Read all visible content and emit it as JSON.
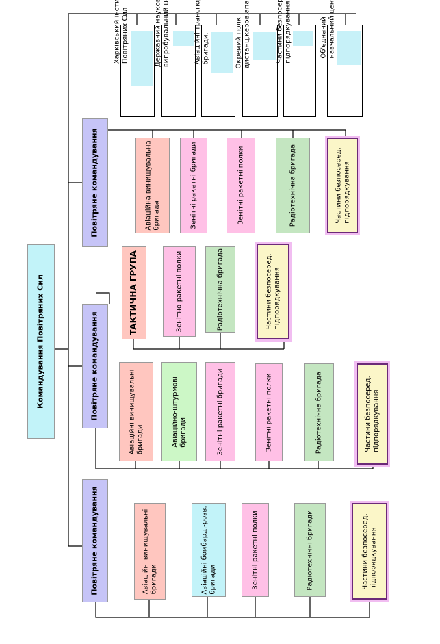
{
  "root": {
    "label": "Командування Повітряних Сил"
  },
  "top_units": [
    {
      "lines": [
        "Харківський інститут",
        "Повітряних Сил"
      ]
    },
    {
      "lines": [
        "Державний науково-",
        "випробувальний центр"
      ]
    },
    {
      "lines": [
        "Авіаційні транспортні",
        "бригади."
      ]
    },
    {
      "lines": [
        "Окремий полк",
        "дистанц.керов.апаратів"
      ]
    },
    {
      "lines": [
        "Частини   безпосеред.",
        "підпорядкування"
      ]
    },
    {
      "lines": [
        "Об'єднаний",
        "навчальний центр"
      ]
    }
  ],
  "commands": [
    {
      "title": "Повітряне командування",
      "units": [
        {
          "lines": [
            "Авіаційна винищувальна",
            "бригада"
          ]
        },
        {
          "lines": [
            "Зенітні ракетні бригади"
          ]
        },
        {
          "lines": [
            "Зенітні ракетні полки"
          ]
        },
        {
          "lines": [
            "Радіотехнічна бригада"
          ]
        },
        {
          "lines": [
            "Частини   безпосеред.",
            "підпорядкування"
          ]
        }
      ]
    },
    {
      "title": "Повітряне командування",
      "tactical_group": {
        "title": "ТАКТИЧНА ГРУПА",
        "units": [
          {
            "lines": [
              "Зенітно-ракетні полки"
            ]
          },
          {
            "lines": [
              "Радіотехнічна бригада"
            ]
          },
          {
            "lines": [
              "Частини   безпосеред.",
              "підпорядкування"
            ]
          }
        ]
      },
      "units": [
        {
          "lines": [
            "Авіаційні винищувальні",
            "бригади"
          ]
        },
        {
          "lines": [
            "Авіаційно-штурмові",
            "бригади"
          ]
        },
        {
          "lines": [
            "Зенітні ракетні бригади"
          ]
        },
        {
          "lines": [
            "Зенітні ракетні полки"
          ]
        },
        {
          "lines": [
            "Радіотехнічна бригада"
          ]
        },
        {
          "lines": [
            "Частини   безпосеред.",
            "підпорядкування"
          ]
        }
      ]
    },
    {
      "title": "Повітряне командування",
      "units": [
        {
          "lines": [
            "Авіаційні винищувальні",
            "бригади"
          ]
        },
        {
          "lines": [
            "Авіаційні бомбард.-розв.",
            "бригади"
          ]
        },
        {
          "lines": [
            "Зенітні-ракетні полки"
          ]
        },
        {
          "lines": [
            "Радіотехнічні бригади"
          ]
        },
        {
          "lines": [
            "Частини   безпосеред.",
            "підпорядкування"
          ]
        }
      ]
    }
  ]
}
